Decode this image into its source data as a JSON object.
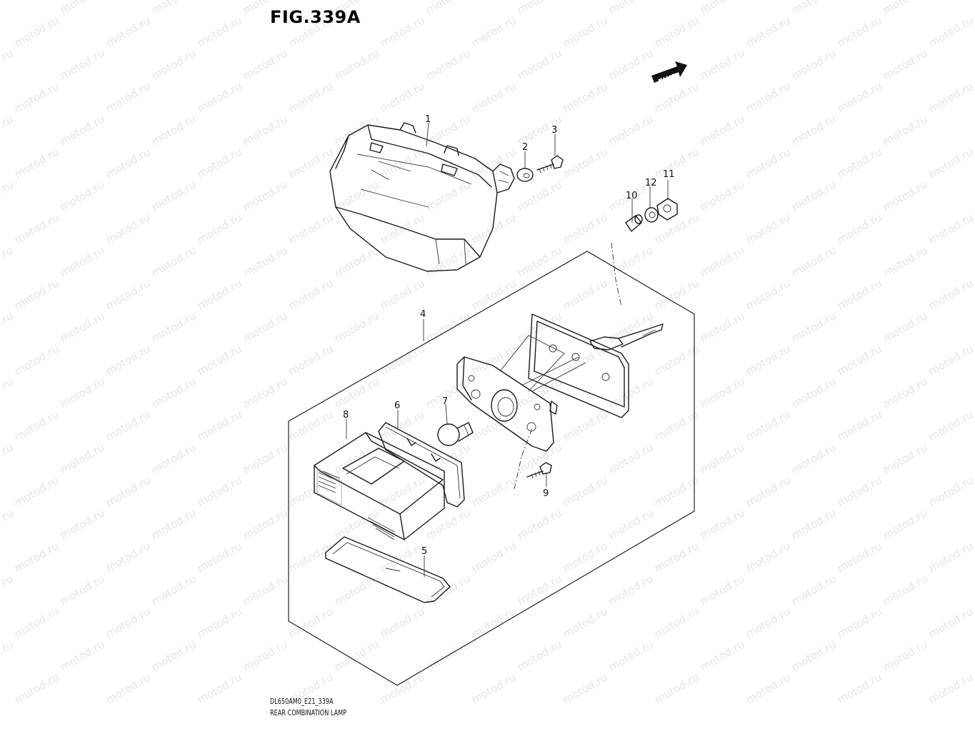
{
  "figure": {
    "title": "FIG.339A",
    "model_code": "DL650AM0_E21_339A",
    "assembly_name": "REAR COMBINATION LAMP",
    "fwd_badge": "FWD",
    "watermark_text": "motod.ru"
  },
  "callouts": [
    "1",
    "2",
    "3",
    "4",
    "5",
    "6",
    "7",
    "8",
    "9",
    "10",
    "11",
    "12"
  ],
  "colors": {
    "line": "#1a1a1a",
    "watermark": "#cfcfcf",
    "background": "#ffffff"
  }
}
